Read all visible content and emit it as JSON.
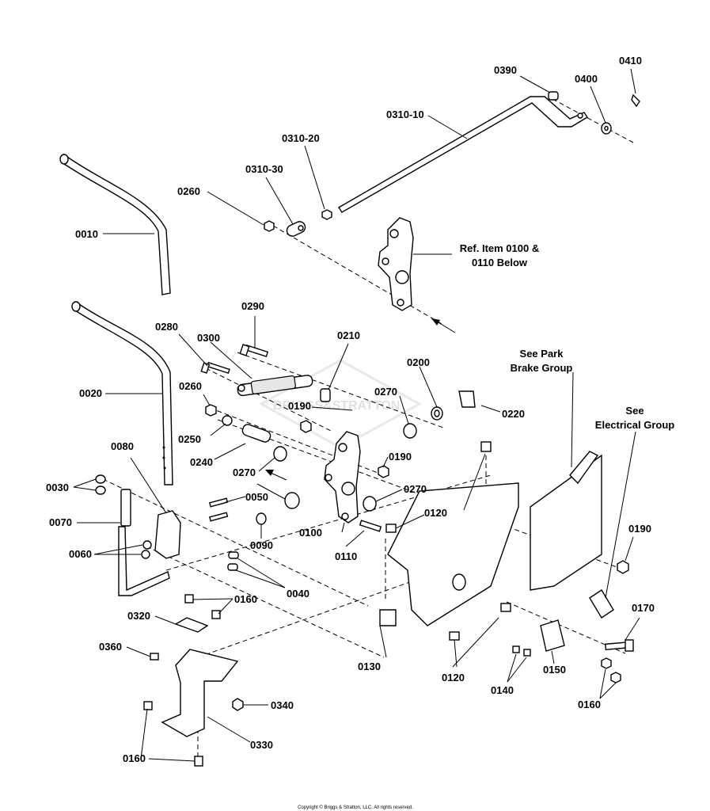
{
  "parts": {
    "p0010": "0010",
    "p0020": "0020",
    "p0030": "0030",
    "p0040": "0040",
    "p0050": "0050",
    "p0060": "0060",
    "p0070": "0070",
    "p0080": "0080",
    "p0090": "0090",
    "p0100": "0100",
    "p0110": "0110",
    "p0120a": "0120",
    "p0120b": "0120",
    "p0130": "0130",
    "p0140": "0140",
    "p0150": "0150",
    "p0160a": "0160",
    "p0160b": "0160",
    "p0160c": "0160",
    "p0170": "0170",
    "p0190a": "0190",
    "p0190b": "0190",
    "p0190c": "0190",
    "p0200": "0200",
    "p0210": "0210",
    "p0220": "0220",
    "p0240": "0240",
    "p0250": "0250",
    "p0260a": "0260",
    "p0260b": "0260",
    "p0270a": "0270",
    "p0270b": "0270",
    "p0270c": "0270",
    "p0280": "0280",
    "p0290": "0290",
    "p0300": "0300",
    "p0310_10": "0310-10",
    "p0310_20": "0310-20",
    "p0310_30": "0310-30",
    "p0320": "0320",
    "p0330": "0330",
    "p0340": "0340",
    "p0360": "0360",
    "p0390": "0390",
    "p0400": "0400",
    "p0410": "0410"
  },
  "notes": {
    "ref_line1": "Ref. Item 0100 &",
    "ref_line2": "0110 Below",
    "park_line1": "See Park",
    "park_line2": "Brake Group",
    "elec_line1": "See",
    "elec_line2": "Electrical Group"
  },
  "watermark": "BRIGGS&STRATTON",
  "copyright": "Copyright © Briggs & Stratton, LLC. All rights reserved."
}
